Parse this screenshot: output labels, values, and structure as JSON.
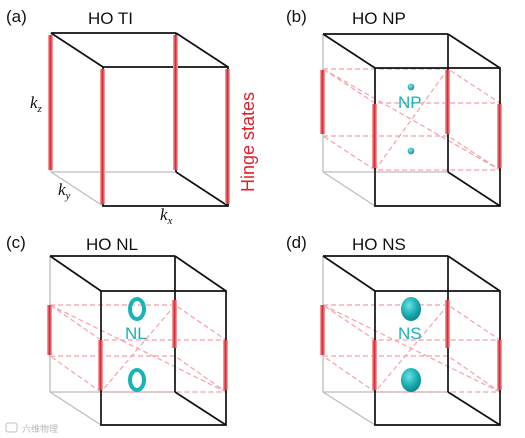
{
  "panels": [
    {
      "label": "(a)",
      "title": "HO TI"
    },
    {
      "label": "(b)",
      "title": "HO NP"
    },
    {
      "label": "(c)",
      "title": "HO NL"
    },
    {
      "label": "(d)",
      "title": "HO NS"
    }
  ],
  "axes": {
    "kz": {
      "main": "k",
      "sub": "z"
    },
    "ky": {
      "main": "k",
      "sub": "y"
    },
    "kx": {
      "main": "k",
      "sub": "x"
    }
  },
  "hinge_label": "Hinge states",
  "node_labels": {
    "np": "NP",
    "nl": "NL",
    "ns": "NS"
  },
  "watermark": "六维物理",
  "colors": {
    "hinge": "#e0202a",
    "hinge_light": "#f4a3a6",
    "node": "#18b3b8",
    "node_dark": "#0f8f95",
    "edge": "#111111",
    "hidden_edge": "#bcbcbc",
    "plane_dash": "#f5a0a6"
  }
}
